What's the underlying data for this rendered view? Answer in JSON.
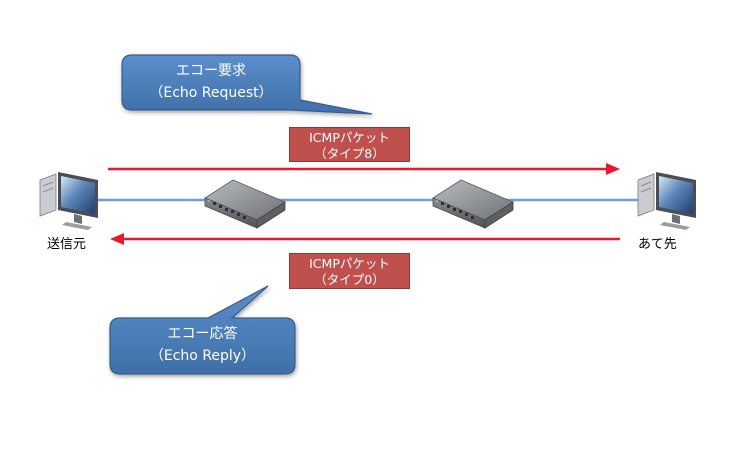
{
  "callouts": {
    "request": {
      "line1": "エコー要求",
      "line2": "（Echo Request）"
    },
    "reply": {
      "line1": "エコー応答",
      "line2": "（Echo Reply）"
    }
  },
  "packets": {
    "request": {
      "line1": "ICMPパケット",
      "line2": "（タイプ8）"
    },
    "reply": {
      "line1": "ICMPパケット",
      "line2": "（タイプ0）"
    }
  },
  "nodes": {
    "sender": "送信元",
    "destination": "あて先"
  },
  "colors": {
    "callout_fill": "#4f81bd",
    "callout_stroke": "#385d8a",
    "packet_fill": "#c0504d",
    "arrow": "#e8192c",
    "link": "#6fa0d0"
  },
  "icons": {
    "computer": "computer-icon",
    "switch": "network-switch-icon"
  }
}
